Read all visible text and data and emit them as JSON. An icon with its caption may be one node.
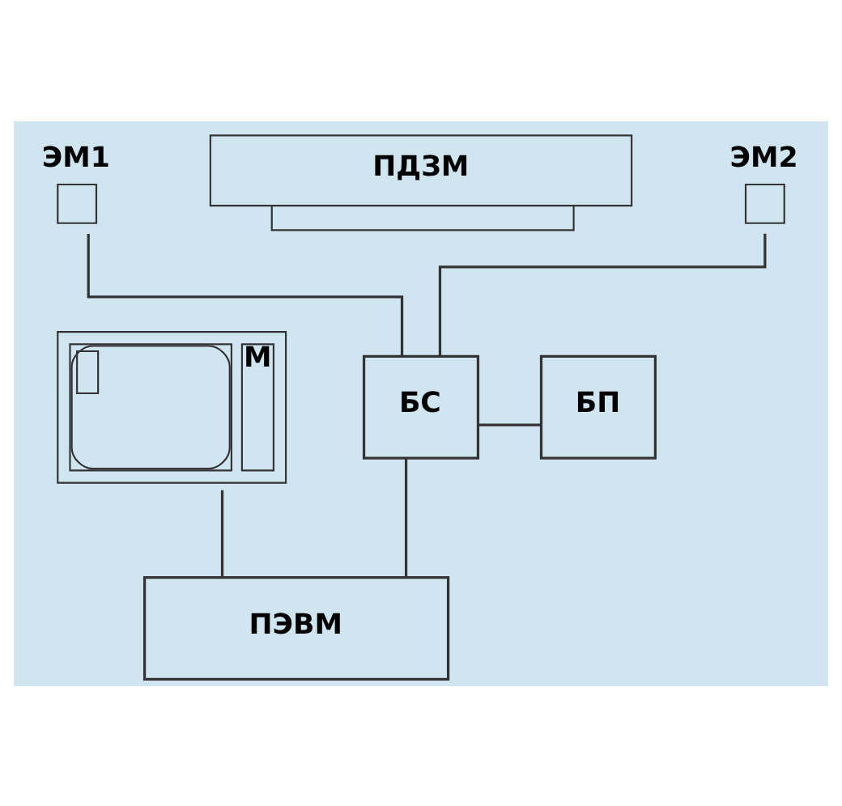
{
  "diagram": {
    "nodes": [
      {
        "text": [
          "ЭМ1"
        ]
      },
      {
        "text": [
          "ПДЗМ"
        ]
      },
      {
        "text": [
          "ЭМ2"
        ]
      },
      {
        "text": [
          "М"
        ]
      },
      {
        "text": [
          "БС"
        ]
      },
      {
        "text": [
          "БП"
        ]
      },
      {
        "text": [
          "ПЭВМ"
        ]
      }
    ],
    "edges": [
      {
        "from": 0,
        "to": 4,
        "arrow": "none"
      },
      {
        "from": 2,
        "to": 4,
        "arrow": "none"
      },
      {
        "from": 4,
        "to": 5,
        "arrow": "none"
      },
      {
        "from": 3,
        "to": 6,
        "arrow": "none"
      },
      {
        "from": 4,
        "to": 6,
        "arrow": "none"
      }
    ]
  }
}
